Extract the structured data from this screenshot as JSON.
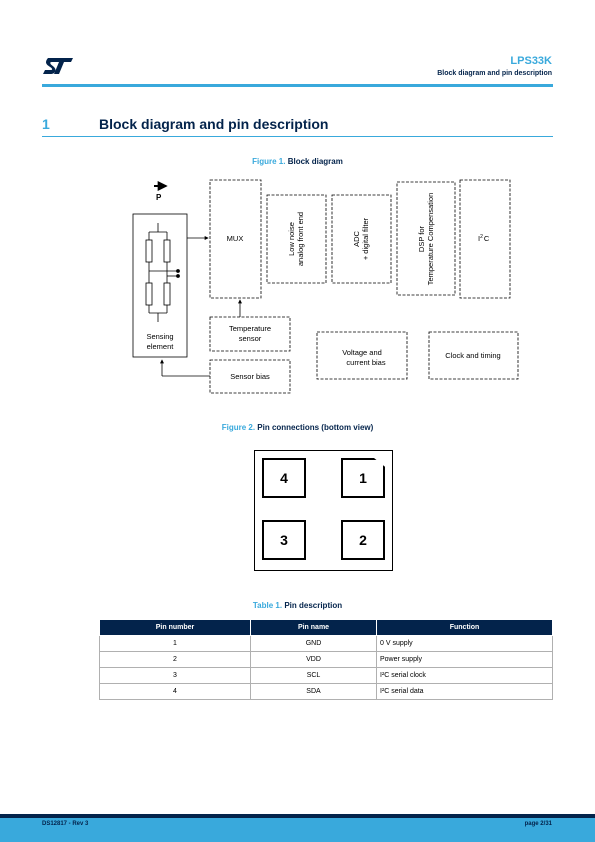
{
  "header": {
    "title": "LPS33K",
    "subtitle": "Block diagram and pin description",
    "accent_color": "#39a9dc",
    "dark_color": "#03234b"
  },
  "section": {
    "number": "1",
    "title": "Block diagram and pin description"
  },
  "figure1": {
    "label": "Figure 1.",
    "caption": "Block diagram",
    "pressure_label": "P",
    "sensing_line1": "Sensing",
    "sensing_line2": "element",
    "mux": "MUX",
    "lna_line1": "Low noise",
    "lna_line2": "analog front end",
    "adc_line1": "ADC",
    "adc_line2": "+ digital filter",
    "dsp_line1": "DSP for",
    "dsp_line2": "Temperature Compensation",
    "i2c_main": "I",
    "i2c_sup": "2",
    "i2c_tail": "C",
    "temp_line1": "Temperature",
    "temp_line2": "sensor",
    "sensor_bias": "Sensor bias",
    "voltage_line1": "Voltage and",
    "voltage_line2": "current bias",
    "clock": "Clock and timing"
  },
  "figure2": {
    "label": "Figure 2.",
    "caption": "Pin connections (bottom view)",
    "pins": [
      "4",
      "1",
      "3",
      "2"
    ]
  },
  "table1": {
    "label": "Table 1.",
    "caption": "Pin description",
    "headers": [
      "Pin number",
      "Pin name",
      "Function"
    ],
    "rows": [
      [
        "1",
        "GND",
        "0 V supply"
      ],
      [
        "2",
        "VDD",
        "Power supply"
      ],
      [
        "3",
        "SCL",
        "I²C serial clock"
      ],
      [
        "4",
        "SDA",
        "I²C serial data"
      ]
    ]
  },
  "footer": {
    "doc_ref": "DS12817 - Rev 3",
    "page": "page 2/31"
  }
}
